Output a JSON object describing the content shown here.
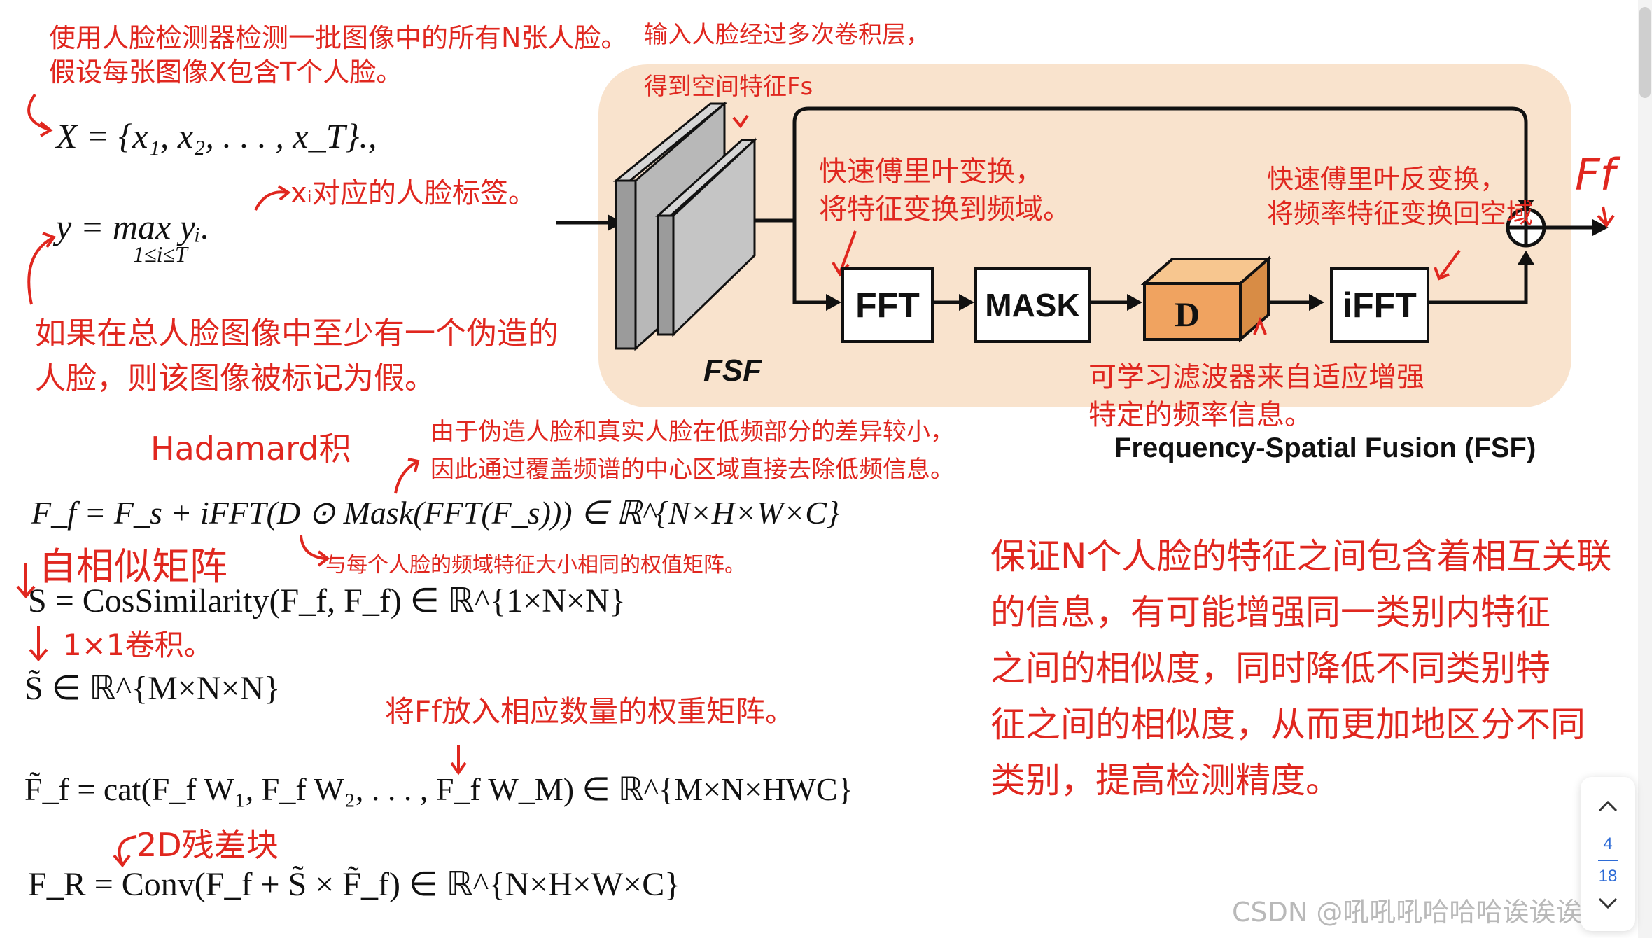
{
  "notes": {
    "n1_line1": "使用人脸检测器检测一批图像中的所有N张人脸。",
    "n1_line2": "假设每张图像X包含T个人脸。",
    "n2": "xᵢ对应的人脸标签。",
    "n3_line1": "如果在总人脸图像中至少有一个伪造的",
    "n3_line2": "人脸，则该图像被标记为假。",
    "n4_line1": "输入人脸经过多次卷积层，",
    "n4_line2": "得到空间特征Fs",
    "n5_line1": "快速傅里叶变换，",
    "n5_line2": "将特征变换到频域。",
    "n6_line1": "快速傅里叶反变换，",
    "n6_line2": "将频率特征变换回空域",
    "n7_line1": "可学习滤波器来自适应增强",
    "n7_line2": "特定的频率信息。",
    "n8": "Hadamard积",
    "n9_line1": "由于伪造人脸和真实人脸在低频部分的差异较小，",
    "n9_line2": "因此通过覆盖频谱的中心区域直接去除低频信息。",
    "n10": "与每个人脸的频域特征大小相同的权值矩阵。",
    "n11": "自相似矩阵",
    "n12": "1×1卷积。",
    "n13": "将Ff放入相应数量的权重矩阵。",
    "n14": "2D残差块",
    "n15_line1": "保证N个人脸的特征之间包含着相互关联",
    "n15_line2": "的信息，有可能增强同一类别内特征",
    "n15_line3": "之间的相似度，同时降低不同类别特",
    "n15_line4": "征之间的相似度，从而更加地区分不同",
    "n15_line5": "类别，提高检测精度。",
    "ff_label": "Ff"
  },
  "equations": {
    "eq1": "X = {x₁, x₂, . . . , x_T}.,",
    "eq2": "y = max yᵢ.",
    "eq2_sub": "1≤i≤T",
    "eq3": "F_f = F_s + iFFT(D ⊙ Mask(FFT(F_s)))  ∈  ℝ^{N×H×W×C}",
    "eq4": "S = CosSimilarity(F_f, F_f) ∈ ℝ^{1×N×N}",
    "eq5": "S̃ ∈ ℝ^{M×N×N}",
    "eq6": "F̃_f = cat(F_f W₁, F_f W₂, . . . , F_f W_M) ∈ ℝ^{M×N×HWC}",
    "eq7": "F_R = Conv(F_f + S̃ × F̃_f) ∈ ℝ^{N×H×W×C}"
  },
  "diagram": {
    "fft": "FFT",
    "mask": "MASK",
    "d": "D",
    "ifft": "iFFT",
    "fsf": "FSF",
    "caption": "Frequency-Spatial Fusion (FSF)"
  },
  "pager": {
    "current": "4",
    "total": "18"
  },
  "watermark": "CSDN @吼吼吼哈哈哈诶诶诶",
  "colors": {
    "annotation": "#e0271f",
    "panel": "#f9e3cd",
    "d_block": "#f0a360"
  },
  "icons": [
    "chevron-up-icon",
    "chevron-down-icon",
    "plus-circle-icon"
  ]
}
